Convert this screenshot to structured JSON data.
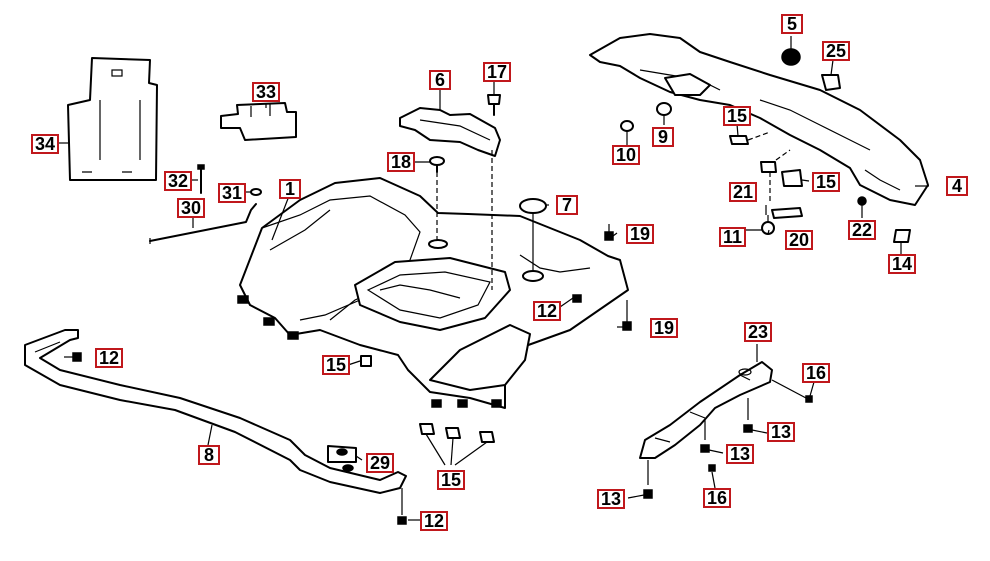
{
  "colors": {
    "callout_border": "#c0181c",
    "line": "#000000",
    "background": "#ffffff"
  },
  "callouts": [
    {
      "key": "c1",
      "label": "1"
    },
    {
      "key": "c4",
      "label": "4"
    },
    {
      "key": "c5",
      "label": "5"
    },
    {
      "key": "c6",
      "label": "6"
    },
    {
      "key": "c7",
      "label": "7"
    },
    {
      "key": "c8",
      "label": "8"
    },
    {
      "key": "c9",
      "label": "9"
    },
    {
      "key": "c10",
      "label": "10"
    },
    {
      "key": "c11",
      "label": "11"
    },
    {
      "key": "c12a",
      "label": "12"
    },
    {
      "key": "c12b",
      "label": "12"
    },
    {
      "key": "c12c",
      "label": "12"
    },
    {
      "key": "c13a",
      "label": "13"
    },
    {
      "key": "c13b",
      "label": "13"
    },
    {
      "key": "c13c",
      "label": "13"
    },
    {
      "key": "c14",
      "label": "14"
    },
    {
      "key": "c15a",
      "label": "15"
    },
    {
      "key": "c15b",
      "label": "15"
    },
    {
      "key": "c15c",
      "label": "15"
    },
    {
      "key": "c15d",
      "label": "15"
    },
    {
      "key": "c16a",
      "label": "16"
    },
    {
      "key": "c16b",
      "label": "16"
    },
    {
      "key": "c17",
      "label": "17"
    },
    {
      "key": "c18",
      "label": "18"
    },
    {
      "key": "c19a",
      "label": "19"
    },
    {
      "key": "c19b",
      "label": "19"
    },
    {
      "key": "c20",
      "label": "20"
    },
    {
      "key": "c21",
      "label": "21"
    },
    {
      "key": "c22",
      "label": "22"
    },
    {
      "key": "c23",
      "label": "23"
    },
    {
      "key": "c25",
      "label": "25"
    },
    {
      "key": "c29",
      "label": "29"
    },
    {
      "key": "c30",
      "label": "30"
    },
    {
      "key": "c31",
      "label": "31"
    },
    {
      "key": "c32",
      "label": "32"
    },
    {
      "key": "c33",
      "label": "33"
    },
    {
      "key": "c34",
      "label": "34"
    }
  ]
}
